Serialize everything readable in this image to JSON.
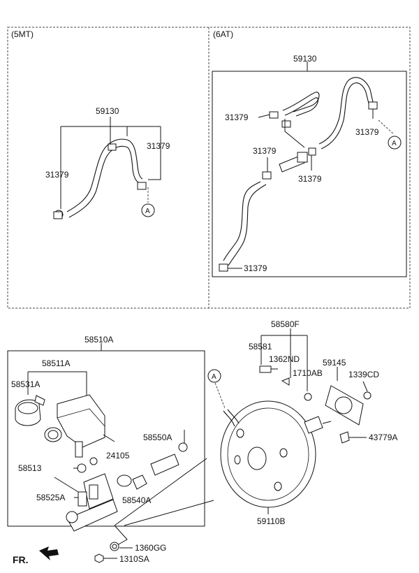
{
  "sections": {
    "mt": {
      "label": "(5MT)"
    },
    "at": {
      "label": "(6AT)"
    }
  },
  "labels": {
    "mt_hose": "59130",
    "mt_clamp_left": "31379",
    "mt_clamp_right": "31379",
    "mt_ref_a": "A",
    "at_hose": "59130",
    "at_clamp_1": "31379",
    "at_clamp_2": "31379",
    "at_clamp_3": "31379",
    "at_clamp_4": "31379",
    "at_clamp_5": "31379",
    "at_ref_a": "A",
    "master_cyl_assy": "58510A",
    "reservoir": "58511A",
    "cap": "58531A",
    "grommet": "58513",
    "pin": "58525A",
    "oring": "24105",
    "seal_kit": "58550A",
    "piston": "58540A",
    "nut_1360": "1360GG",
    "nut_1310": "1310SA",
    "booster_assy": "58580F",
    "clevis_pin": "58581",
    "clip_1362": "1362ND",
    "clip_1710": "1710AB",
    "gasket": "59145",
    "nut_1339": "1339CD",
    "check_valve": "43779A",
    "booster": "59110B",
    "booster_ref_a": "A",
    "front": "FR."
  }
}
